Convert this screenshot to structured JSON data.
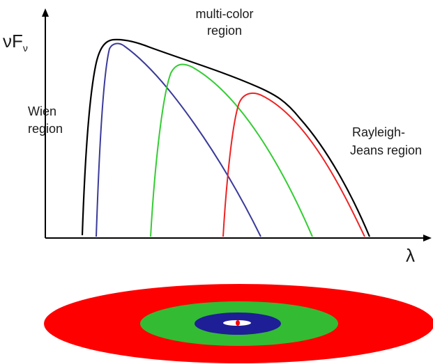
{
  "axes": {
    "y_label_main": "νF",
    "y_label_sub": "ν",
    "x_label": "λ"
  },
  "regions": {
    "multicolor_line1": "multi-color",
    "multicolor_line2": "region",
    "wien_line1": "Wien",
    "wien_line2": "region",
    "rj_line1": "Rayleigh-",
    "rj_line2": "Jeans region"
  },
  "colors": {
    "axis": "#000000",
    "total": "#000000",
    "inner": "#3a3a9a",
    "middle": "#33cc33",
    "outer": "#ee2222",
    "disk_outer": "#ff0000",
    "disk_middle": "#33bb33",
    "disk_inner": "#1e1e96",
    "disk_hole": "#ffffff",
    "disk_center": "#ff0000"
  }
}
